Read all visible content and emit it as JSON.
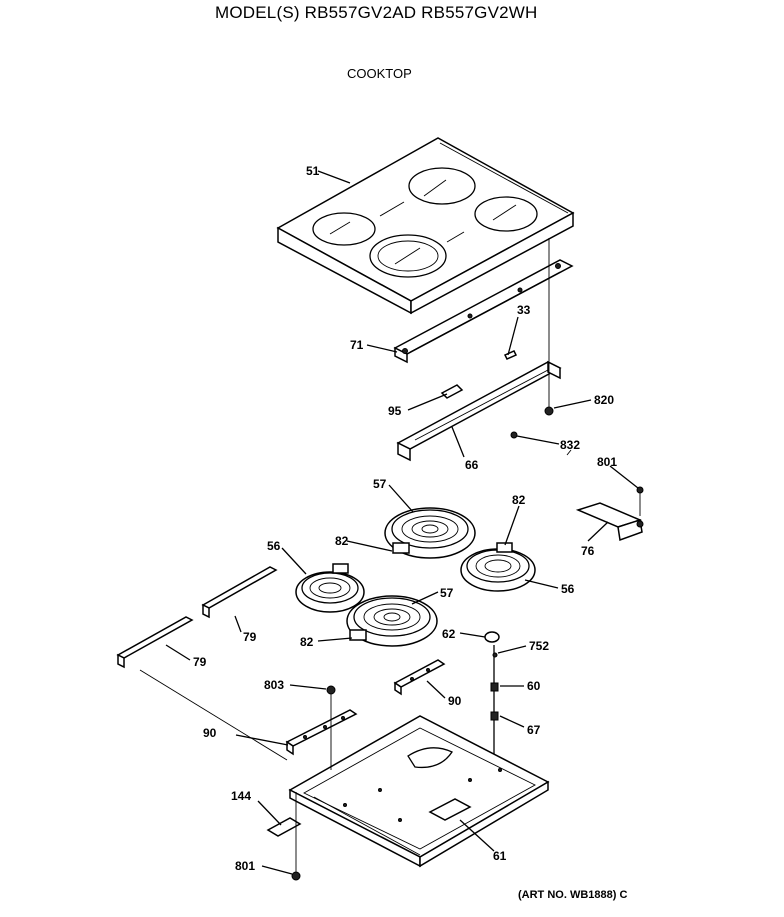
{
  "header": {
    "title": "MODEL(S) RB557GV2AD  RB557GV2WH",
    "subtitle": "COOKTOP"
  },
  "footer": {
    "art_number": "(ART NO. WB1888) C"
  },
  "callouts": {
    "c51": "51",
    "c71": "71",
    "c33": "33",
    "c95": "95",
    "c820": "820",
    "c832": "832",
    "c66": "66",
    "c57a": "57",
    "c82a": "82",
    "c801a": "801",
    "c76": "76",
    "c56a": "56",
    "c82b": "82",
    "c56b": "56",
    "c57b": "57",
    "c82c": "82",
    "c79a": "79",
    "c62": "62",
    "c752": "752",
    "c79b": "79",
    "c803": "803",
    "c60": "60",
    "c90a": "90",
    "c67": "67",
    "c90b": "90",
    "c144": "144",
    "c61": "61",
    "c801b": "801"
  }
}
